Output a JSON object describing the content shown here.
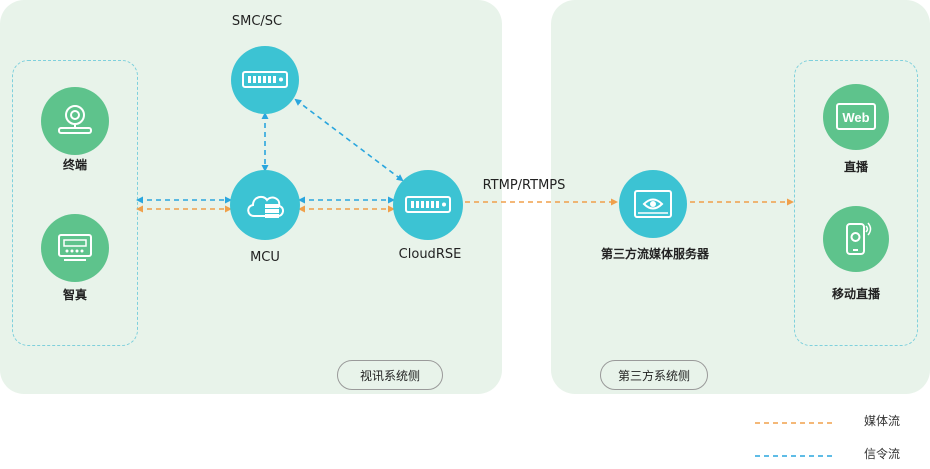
{
  "panels": {
    "left_label": "视讯系统侧",
    "right_label": "第三方系统侧"
  },
  "nodes": {
    "smc": "SMC/SC",
    "mcu": "MCU",
    "cloudrse": "CloudRSE",
    "terminal": "终端",
    "zhizhen": "智真",
    "third_party_server": "第三方流媒体服务器",
    "live": "直播",
    "mobile_live": "移动直播",
    "web_icon_text": "Web"
  },
  "links": {
    "rtmp_label": "RTMP/RTMPS"
  },
  "legend": {
    "media": "媒体流",
    "signal": "信令流"
  },
  "colors": {
    "media": "#f0a04b",
    "signal": "#2aa6de",
    "teal": "#3cc3d3",
    "green": "#5ec38c",
    "panel": "#e8f3ea"
  }
}
